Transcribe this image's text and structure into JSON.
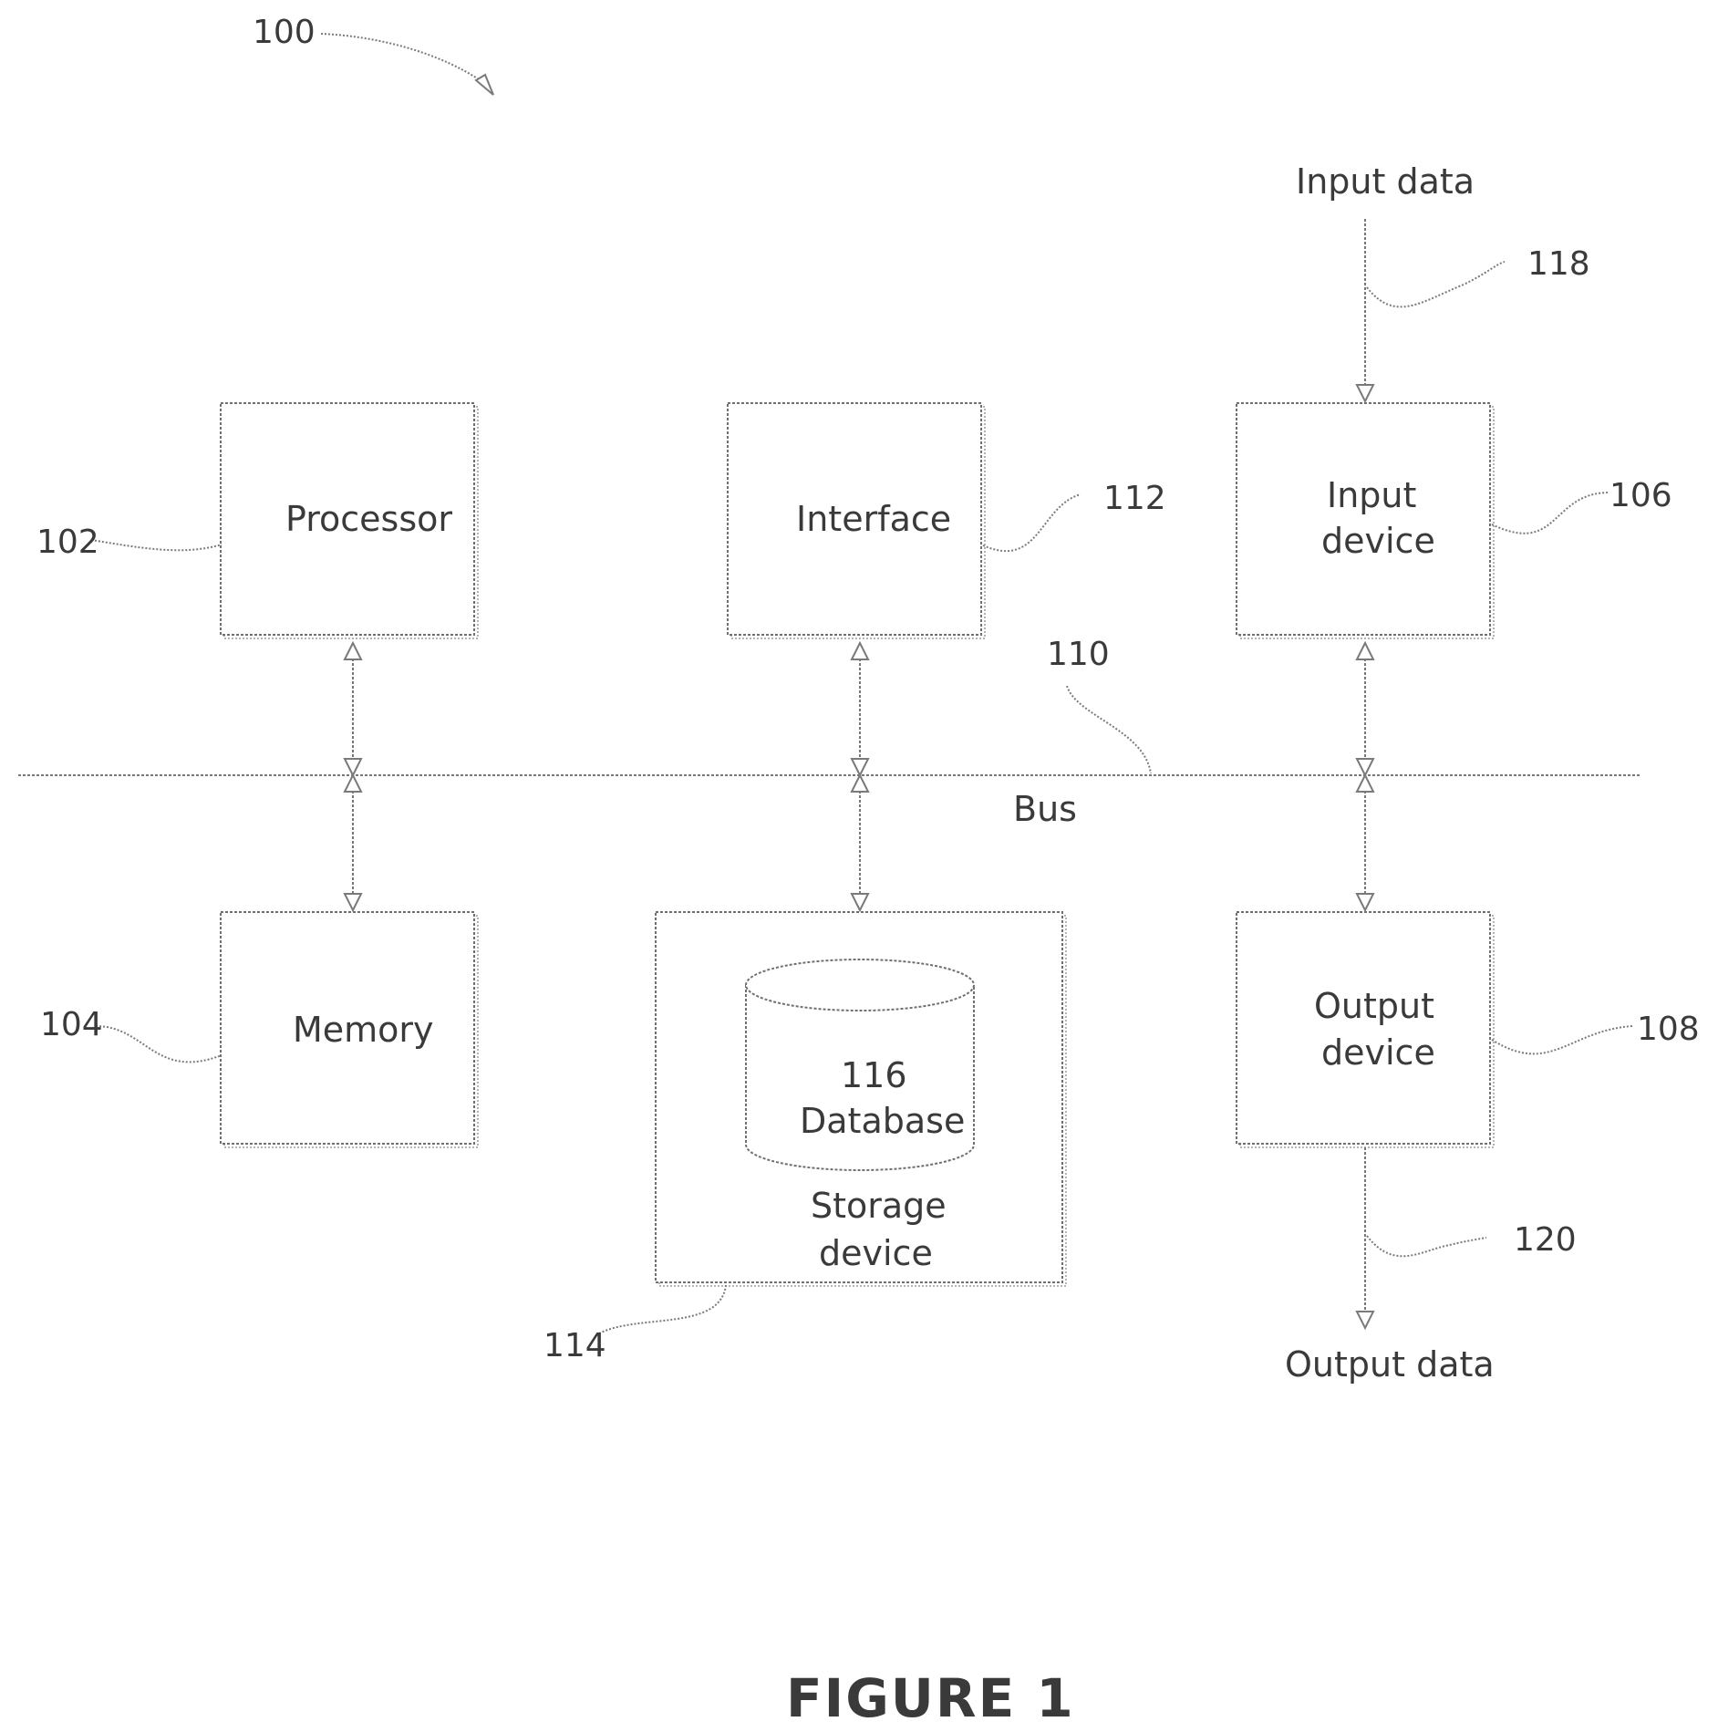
{
  "figure": {
    "ref": "100",
    "caption": "FIGURE 1"
  },
  "components": {
    "processor": {
      "label": "Processor",
      "ref": "102"
    },
    "memory": {
      "label": "Memory",
      "ref": "104"
    },
    "input_device": {
      "label_line1": "Input",
      "label_line2": "device",
      "ref": "106"
    },
    "output_device": {
      "label_line1": "Output",
      "label_line2": "device",
      "ref": "108"
    },
    "bus": {
      "label": "Bus",
      "ref": "110"
    },
    "interface": {
      "label": "Interface",
      "ref": "112"
    },
    "storage_device": {
      "label_line1": "Storage",
      "label_line2": "device",
      "ref": "114"
    },
    "database": {
      "ref": "116",
      "label": "Database"
    }
  },
  "signals": {
    "input_data": {
      "label": "Input data",
      "ref": "118"
    },
    "output_data": {
      "label": "Output data",
      "ref": "120"
    }
  }
}
